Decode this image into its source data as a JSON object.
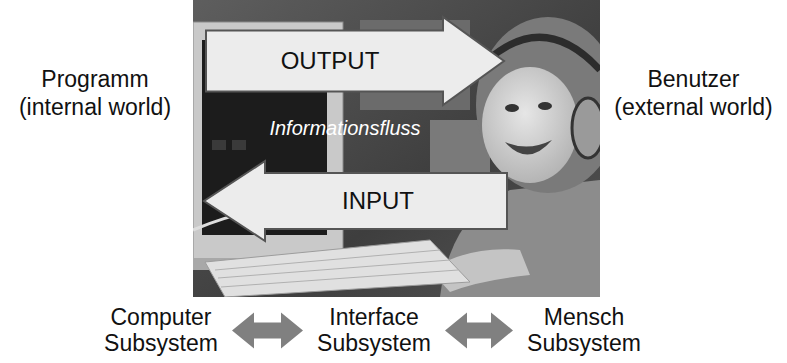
{
  "diagram": {
    "nodes": [
      {
        "text": [
          "OUTPUT"
        ]
      },
      {
        "text": [
          "INPUT"
        ]
      },
      {
        "text": [
          "Computer Subsystem"
        ]
      },
      {
        "text": [
          "Interface Subsystem"
        ]
      },
      {
        "text": [
          "Mensch Subsystem"
        ]
      }
    ],
    "edges": [
      {
        "from": 2,
        "to": 3,
        "arrow": "both"
      },
      {
        "from": 3,
        "to": 4,
        "arrow": "both"
      }
    ],
    "labels": [
      "Programm (internal world)",
      "Benutzer (external world)",
      "Informationsfluss"
    ]
  }
}
